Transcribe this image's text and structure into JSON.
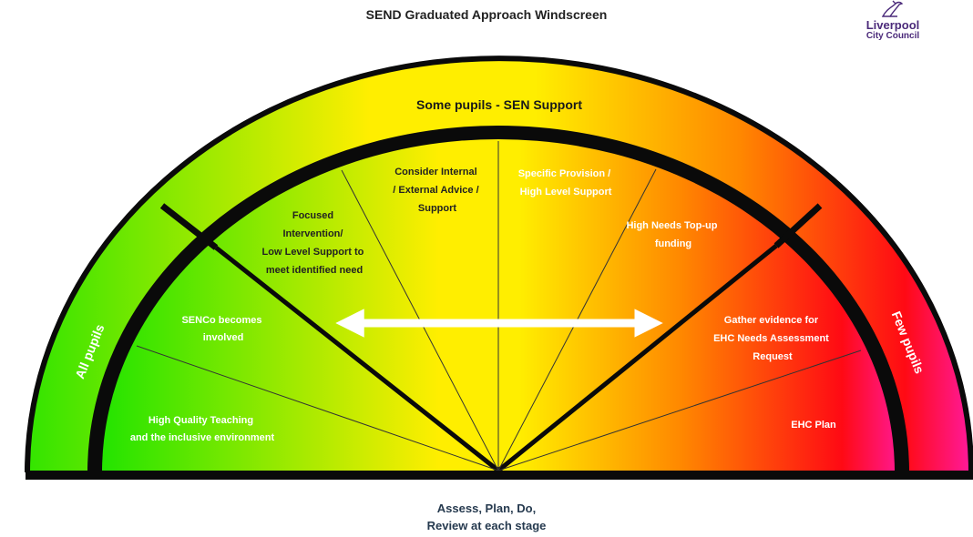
{
  "header": {
    "title": "SEND Graduated Approach Windscreen",
    "logo": {
      "line1": "Liverpool",
      "line2": "City Council",
      "icon": "liver-bird-icon"
    }
  },
  "windscreen": {
    "band_top": "Some pupils - SEN Support",
    "band_left": "All pupils",
    "band_right": "Few pupils",
    "segments": {
      "quality_teaching": "High Quality Teaching and the inclusive environment",
      "senco": "SENCo becomes involved",
      "focused": "Focused Intervention/ Low Level Support to meet identified need",
      "consider": "Consider Internal / External Advice / Support",
      "specific": "Specific Provision / High Level Support",
      "top_up": "High Needs Top-up funding",
      "gather": "Gather evidence for EHC Needs Assessment Request",
      "ehc_plan": "EHC Plan"
    },
    "colors": {
      "green": "#22e400",
      "yellow": "#ffee00",
      "orange": "#ff8800",
      "red": "#ff0a14",
      "magenta": "#ff1aa0",
      "frame": "#0a0a0a"
    },
    "arrow_icon": "double-headed-arrow-icon"
  },
  "footer": {
    "line1": "Assess, Plan, Do,",
    "line2": "Review at each stage"
  }
}
